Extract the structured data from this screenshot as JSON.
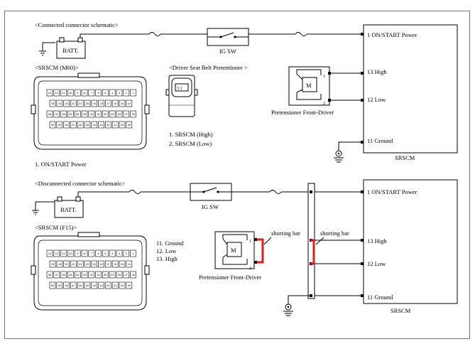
{
  "top": {
    "title": "<Connected connector schematic>",
    "battery": "BATT.",
    "ig_switch": "IG SW",
    "srscm_conn": "<SRSCM  (M60)>",
    "pretensioner_conn": "<Driver Seat Belt Pretentioner   >",
    "pt_pin_list": [
      "1. SRSCM  (High)",
      "2. SRSCM  (Low)"
    ],
    "srscm_pin_list": [
      "1. ON/START  Power"
    ],
    "pretensioner_label": "Pretensioner Front-Driver",
    "motor": "M",
    "pt_pins": [
      "1",
      "2"
    ],
    "srscm_terms": [
      "1 ON/START  Power",
      "13 High",
      "12 Low",
      "11 Ground"
    ],
    "srscm_label": "SRSCM"
  },
  "bottom": {
    "title": "<Disconnected connector schematic>",
    "battery": "BATT.",
    "ig_switch": "IG SW",
    "srscm_conn": "<SRSCM  (F15)>",
    "pin_list": [
      "11.  Ground",
      "12.  Low",
      "13.  High"
    ],
    "shorting_bar_1": "shorting bar",
    "shorting_bar_2": "shorting bar",
    "pretensioner_label": "Pretensioner Front-Driver",
    "motor": "M",
    "pt_pins": [
      "1",
      "2"
    ],
    "srscm_terms": [
      "1 ON/START  Power",
      "13 High",
      "12 Low",
      "11 Ground"
    ],
    "srscm_label": "SRSCM"
  },
  "connector_pins": {
    "row1": [
      "13",
      "12",
      "11",
      "10",
      "9",
      "8",
      "7",
      "6",
      "5",
      "4",
      "3",
      "2",
      "1"
    ],
    "row2": [
      "25",
      "24",
      "23",
      "22",
      "21",
      "20",
      "19",
      "18",
      "17",
      "16",
      "15",
      "14"
    ],
    "row3": [
      "38",
      "37",
      "36",
      "35",
      "34",
      "33",
      "32",
      "31",
      "30",
      "29",
      "28",
      "27",
      "26"
    ],
    "row4": [
      "50",
      "49",
      "48",
      "47",
      "46",
      "45",
      "44",
      "43",
      "42",
      "41",
      "40",
      "39"
    ]
  },
  "colors": {
    "line": "#000000",
    "shorting_bar": "#d62020",
    "border": "#777777"
  }
}
